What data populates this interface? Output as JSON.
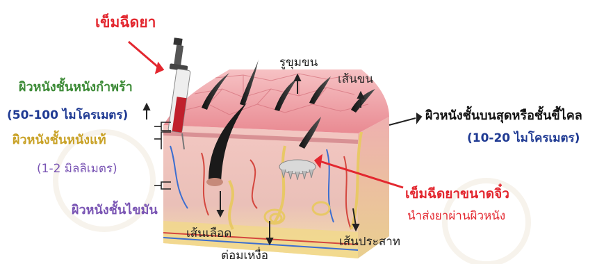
{
  "labels": {
    "syringe": "เข็มฉีดยา",
    "pore": "รูขุมขน",
    "hair": "เส้นขน",
    "epidermis": "ผิวหนังชั้นหนังกำพร้า",
    "epidermis_range": "(50-100 ไมโครเมตร)",
    "dermis": "ผิวหนังชั้นหนังแท้",
    "dermis_range": "(1-2 มิลลิเมตร)",
    "fat": "ผิวหนังชั้นไขมัน",
    "blood_vessel": "เส้นเลือด",
    "sweat_gland": "ต่อมเหงื่อ",
    "nerve": "เส้นประสาท",
    "stratum_corneum": "ผิวหนังชั้นบนสุดหรือชั้นขี้ไคล",
    "stratum_corneum_range": "(10-20 ไมโครเมตร)",
    "microneedle": "เข็มฉีดยาขนาดจิ๋ว",
    "microneedle_desc": "นำส่งยาผ่านผิวหนัง"
  },
  "colors": {
    "red": "#e3272f",
    "green": "#3d8b37",
    "gold": "#c9a227",
    "navy": "#1f3a93",
    "purple": "#7a55b4",
    "dark": "#222222",
    "skin_top": "#f1a6ab",
    "skin_side": "#e9b3ad",
    "fat": "#f3e0a0"
  }
}
